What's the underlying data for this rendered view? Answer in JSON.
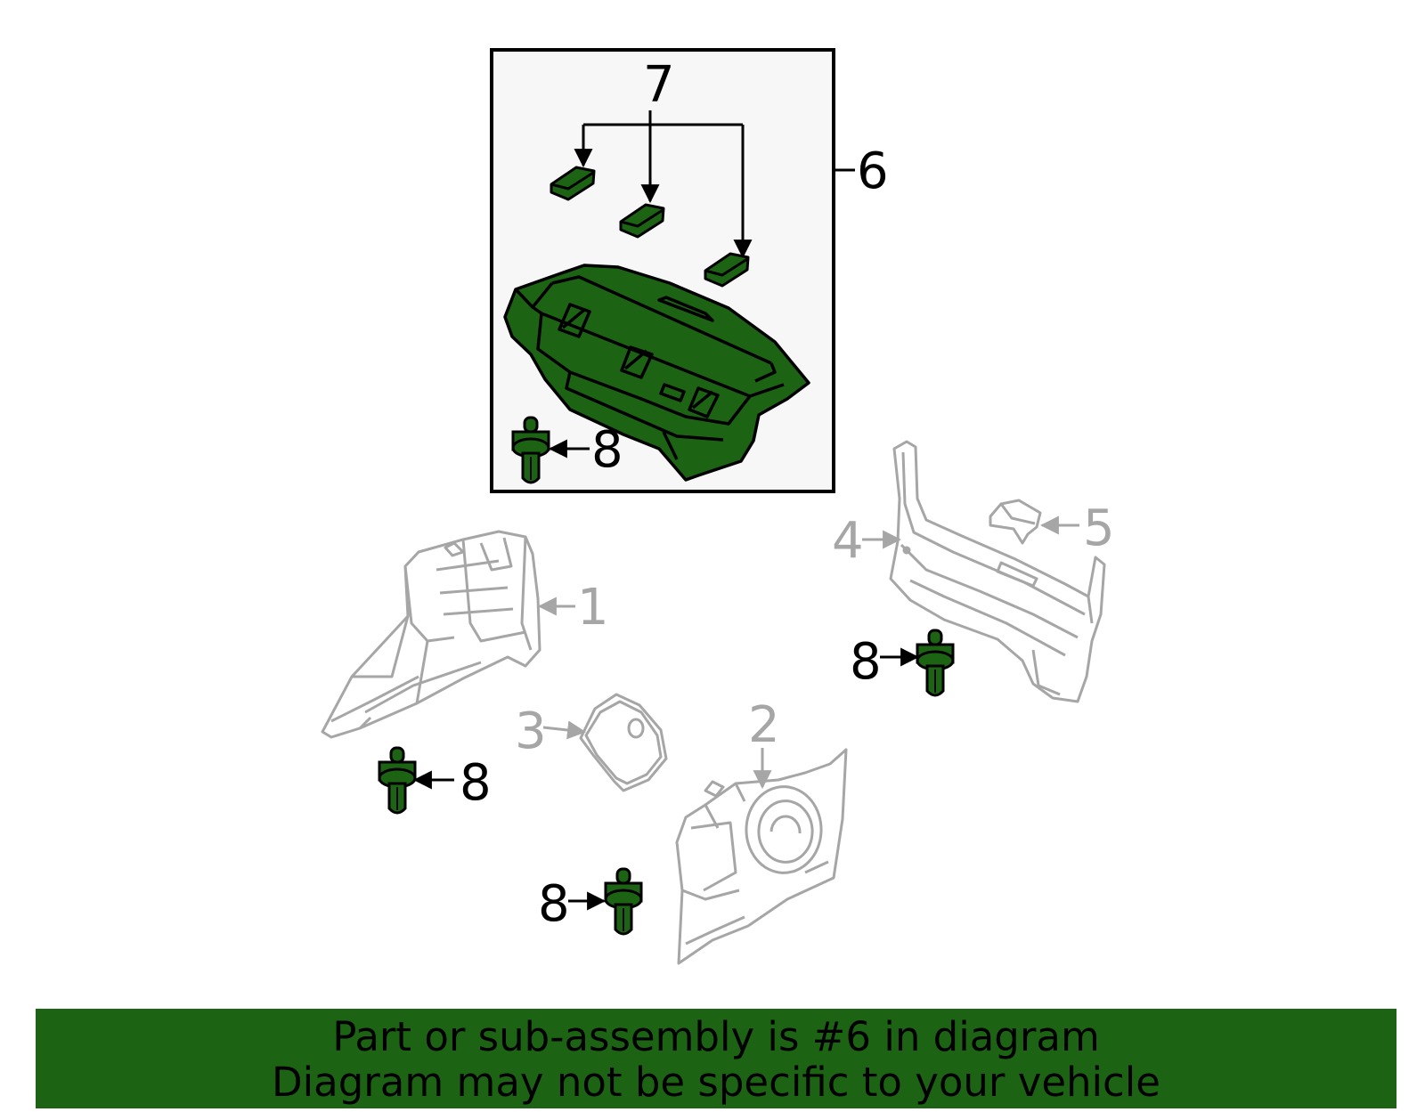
{
  "colors": {
    "highlight": "#1c6314",
    "inactive_outline": "#a6a6a6",
    "frame_fill": "#f7f7f7",
    "line": "#000000"
  },
  "callouts": {
    "c1": "1",
    "c2": "2",
    "c3": "3",
    "c4": "4",
    "c5": "5",
    "c6": "6",
    "c7": "7",
    "c8a": "8",
    "c8b": "8",
    "c8c": "8",
    "c8d": "8"
  },
  "parts": {
    "highlighted": [
      "6",
      "7",
      "8"
    ],
    "shown_gray": [
      "1",
      "2",
      "3",
      "4",
      "5"
    ]
  },
  "banner": {
    "line1": "Part or sub-assembly is #6 in diagram",
    "line2": "Diagram may not be specific to your vehicle"
  }
}
